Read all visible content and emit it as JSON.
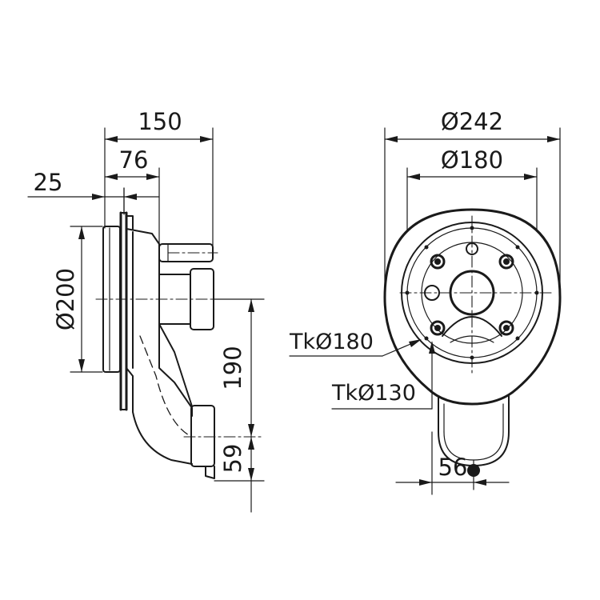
{
  "side_view": {
    "dim_overall_depth": "150",
    "dim_inlet_depth": "76",
    "dim_flange": "25",
    "dim_body_diameter": "Ø200",
    "dim_outlet_drop": "190",
    "dim_outlet_height": "59"
  },
  "front_view": {
    "dim_outer_diameter": "Ø242",
    "dim_inner_diameter": "Ø180",
    "label_bolt_circle_large": "TkØ180",
    "label_bolt_circle_small": "TkØ130",
    "dim_outlet_width": "56"
  },
  "colors": {
    "line": "#1a1a1a",
    "background": "#ffffff"
  }
}
